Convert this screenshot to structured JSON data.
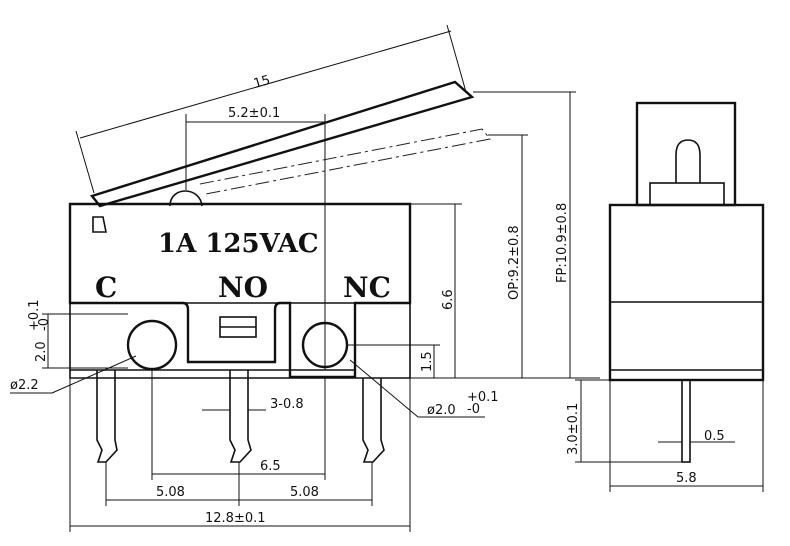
{
  "markings": {
    "rating": "1A 125VAC",
    "terminal_c": "C",
    "terminal_no": "NO",
    "terminal_nc": "NC"
  },
  "dimensions": {
    "lever_length": "15",
    "actuator_offset": "5.2±0.1",
    "operating_position": "OP:9.2±0.8",
    "free_position": "FP:10.9±0.8",
    "body_height": "6.6",
    "hole_height": "1.5",
    "hole_offset_base": "2.0",
    "hole_offset_tol_plus": "+0.1",
    "hole_offset_tol_minus": "-0",
    "hole_dia_left": "ø2.2",
    "hole_dia_right": "ø2.0",
    "hole_dia_right_tol_plus": "+0.1",
    "hole_dia_right_tol_minus": "-0",
    "pin_width": "3-0.8",
    "hole_pitch": "6.5",
    "pin_pitch_left": "5.08",
    "pin_pitch_right": "5.08",
    "body_width": "12.8±0.1",
    "pin_length": "3.0±0.1",
    "pin_thickness": "0.5",
    "side_width": "5.8"
  }
}
